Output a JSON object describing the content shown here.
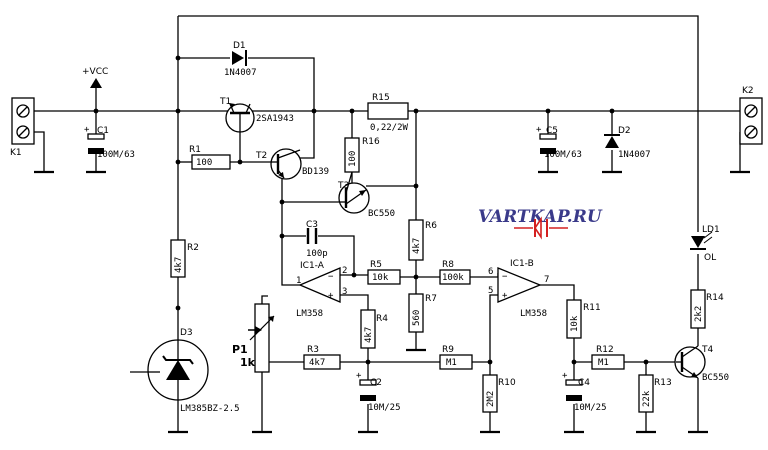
{
  "labels": {
    "k1": "K1",
    "k2": "K2",
    "vcc": "+VCC",
    "d1": "D1",
    "d1v": "1N4007",
    "d2": "D2",
    "d2v": "1N4007",
    "d3": "D3",
    "d3v": "LM385BZ-2.5",
    "t1": "T1",
    "t1v": "2SA1943",
    "t2": "T2",
    "t2v": "BD139",
    "t3": "T3",
    "t3v": "BC550",
    "t4": "T4",
    "t4v": "BC550",
    "c1": "C1",
    "c1v": "100M/63",
    "c2": "C2",
    "c2v": "10M/25",
    "c3": "C3",
    "c3v": "100p",
    "c4": "C4",
    "c4v": "10M/25",
    "c5": "C5",
    "c5v": "100M/63",
    "r1": "R1",
    "r1v": "100",
    "r2": "R2",
    "r2v": "4k7",
    "r3": "R3",
    "r3v": "4k7",
    "r4": "R4",
    "r4v": "4k7",
    "r5": "R5",
    "r5v": "10k",
    "r6": "R6",
    "r6v": "4k7",
    "r7": "R7",
    "r7v": "560",
    "r8": "R8",
    "r8v": "100k",
    "r9": "R9",
    "r9v": "M1",
    "r10": "R10",
    "r10v": "2M2",
    "r11": "R11",
    "r11v": "10k",
    "r12": "R12",
    "r12v": "M1",
    "r13": "R13",
    "r13v": "22k",
    "r14": "R14",
    "r14v": "2k2",
    "r15": "R15",
    "r15v": "0,22/2W",
    "r16": "R16",
    "r16v": "100",
    "p1": "P1",
    "p1v": "1k",
    "ic1a": "IC1-A",
    "ic1av": "LM358",
    "ic1b": "IC1-B",
    "ic1bv": "LM358",
    "ld1": "LD1",
    "ld1v": "OL",
    "pin1": "1",
    "pin2": "2",
    "pin3": "3",
    "pin5": "5",
    "pin6": "6",
    "pin7": "7",
    "watermark": "VARTKAP.RU"
  },
  "colors": {
    "wire": "#000000",
    "watermark_text": "#3a3a8a",
    "watermark_symbol": "#d42020"
  }
}
